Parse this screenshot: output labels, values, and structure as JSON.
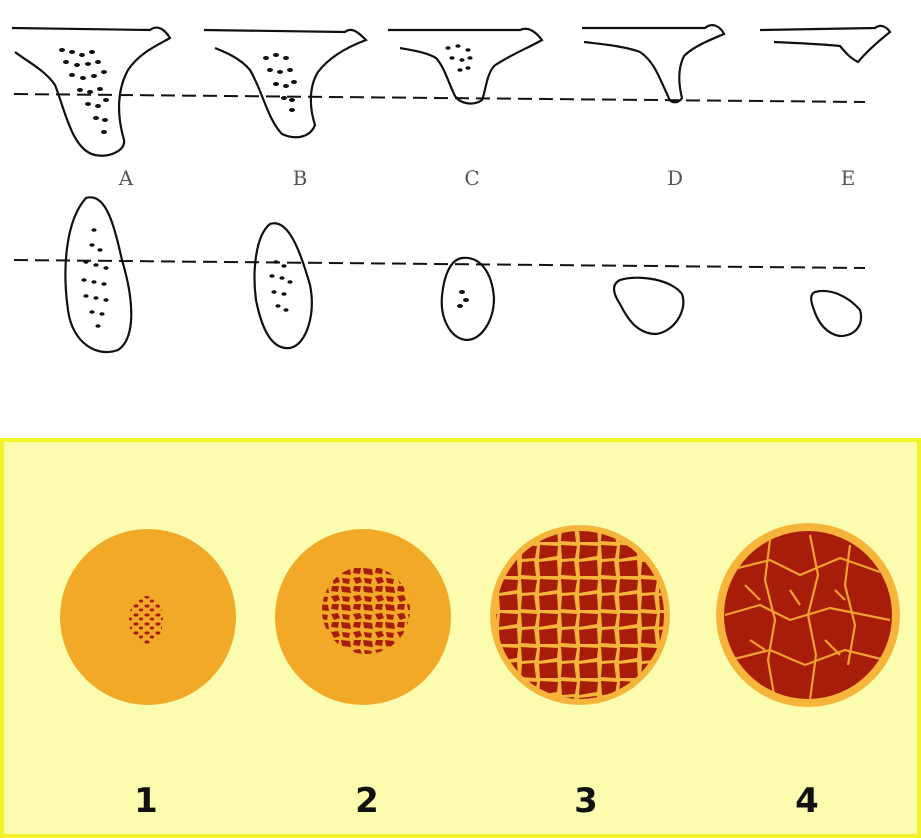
{
  "top_panel": {
    "letters": [
      "A",
      "B",
      "C",
      "D",
      "E"
    ]
  },
  "bottom_panel": {
    "numbers": [
      "1",
      "2",
      "3",
      "4"
    ],
    "colors": {
      "background": "#fcfcae",
      "border": "#f2f226",
      "disc": "#f2a928",
      "spongy": "#a81c0a",
      "rim": "#f6b43a"
    }
  }
}
